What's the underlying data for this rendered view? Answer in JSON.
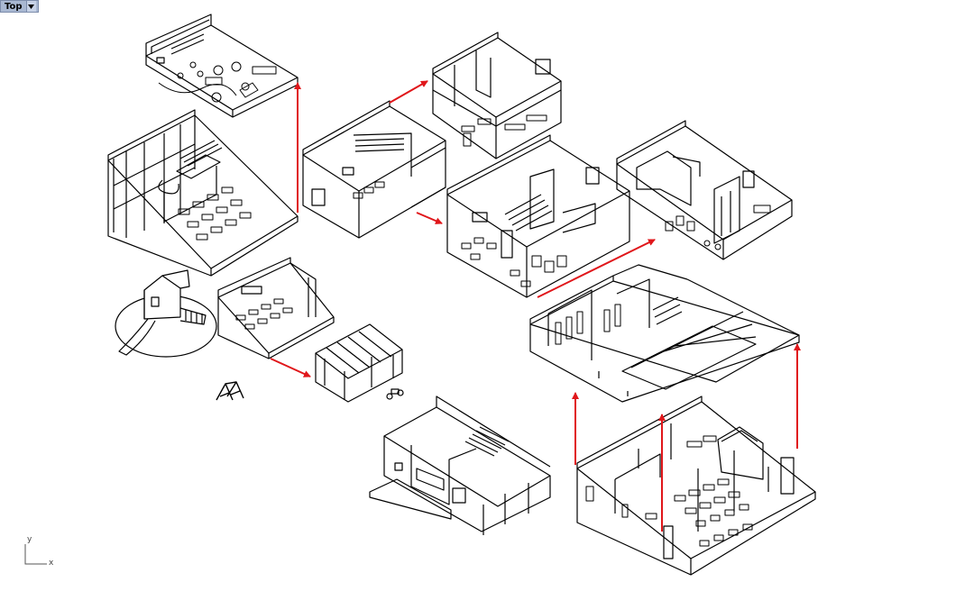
{
  "viewport": {
    "name": "Top",
    "dropdown_icon": "chevron-down-icon"
  },
  "axis_widget": {
    "y_label": "y",
    "x_label": "x"
  },
  "colors": {
    "line": "#000000",
    "arrow": "#e0161a",
    "tab_bg": "#a9b8d2"
  }
}
